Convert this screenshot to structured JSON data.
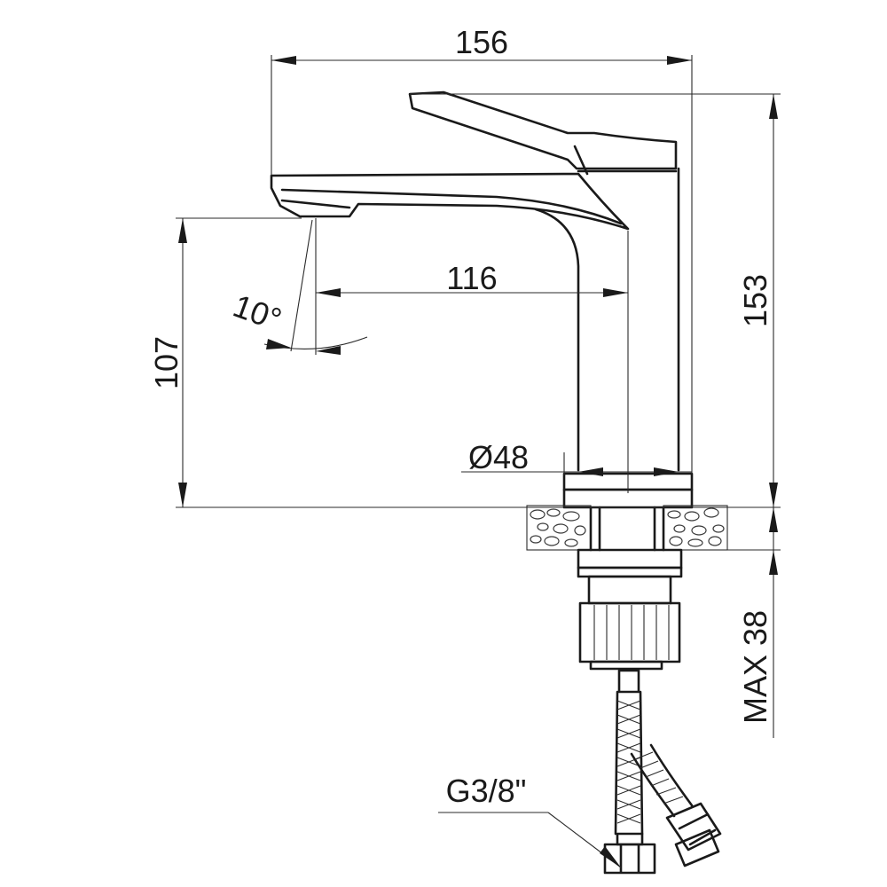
{
  "dimensions": {
    "overall_width": "156",
    "overall_height": "153",
    "spout_reach": "116",
    "outlet_height": "107",
    "spout_angle": "10°",
    "body_diameter": "Ø48",
    "max_deck_thickness": "MAX 38",
    "connection_thread": "G3/8\""
  }
}
